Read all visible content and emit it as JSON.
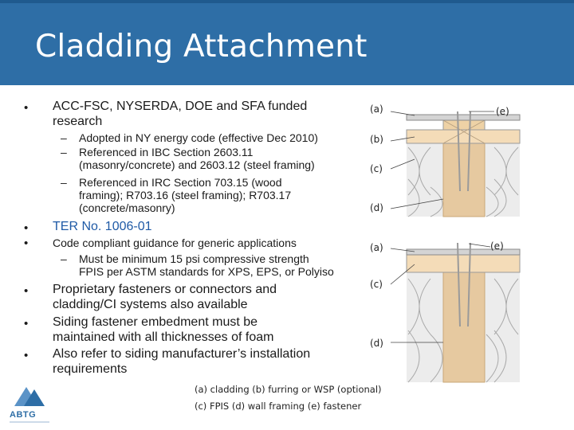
{
  "title": "Cladding Attachment",
  "bullets": {
    "b1": "ACC-FSC, NYSERDA, DOE and SFA funded",
    "b1_cont": "research",
    "b1_subs": [
      [
        "Adopted in NY energy code (effective Dec 2010)"
      ],
      [
        "Referenced in IBC Section 2603.11",
        "(masonry/concrete) and 2603.12 (steel framing)"
      ],
      [
        "Referenced in IRC Section 703.15 (wood",
        "framing); R703.16 (steel framing); R703.17",
        "(concrete/masonry)"
      ]
    ],
    "b2": "TER No. 1006-01",
    "b3": "Code compliant guidance for generic applications",
    "b3_sub": [
      "Must be minimum 15 psi compressive strength",
      "FPIS per ASTM standards for XPS, EPS, or Polyiso"
    ],
    "b4": [
      "Proprietary fasteners or connectors and",
      "cladding/CI systems also available"
    ],
    "b5": [
      "Siding fastener embedment must be",
      "maintained with all thicknesses of foam"
    ],
    "b6": [
      "Also refer to siding manufacturer’s installation",
      "requirements"
    ]
  },
  "diagram_top": {
    "a": "(a)",
    "b": "(b)",
    "c": "(c)",
    "d": "(d)",
    "e": "(e)"
  },
  "diagram_bottom": {
    "a": "(a)",
    "c": "(c)",
    "d": "(d)",
    "e": "(e)"
  },
  "caption": {
    "line1": "(a)   cladding (b) furring or WSP (optional)",
    "line2": "(c) FPIS  (d) wall framing (e) fastener"
  },
  "logo": {
    "text": "ABTG"
  },
  "colors": {
    "title_bar": "#2e6ea6",
    "link": "#1f5aa6",
    "stud": "#e6c9a0",
    "foam": "#b9b9b9"
  }
}
